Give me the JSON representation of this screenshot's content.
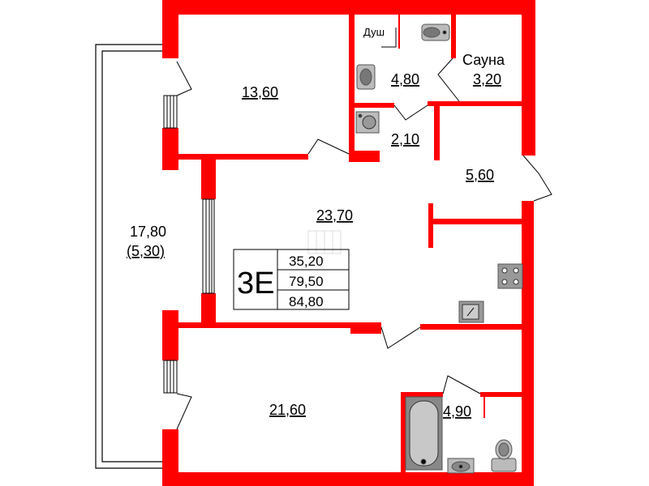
{
  "rooms": {
    "room_13_60": "13,60",
    "bath_4_80": "4,80",
    "shower_label": "Душ",
    "sauna_label": "Сауна",
    "sauna_area": "3,20",
    "laundry_2_10": "2,10",
    "hall_5_60": "5,60",
    "living_23_70": "23,70",
    "bedroom_21_60": "21,60",
    "bath2_4_90": "4,90",
    "balcony_area": "17,80",
    "balcony_reduced": "(5,30)"
  },
  "summary": {
    "apartment_code": "3Е",
    "living_area": "35,20",
    "total_area": "79,50",
    "total_with_balcony": "84,80"
  },
  "colors": {
    "wall": "#ff0000",
    "fixture": "#888888"
  }
}
